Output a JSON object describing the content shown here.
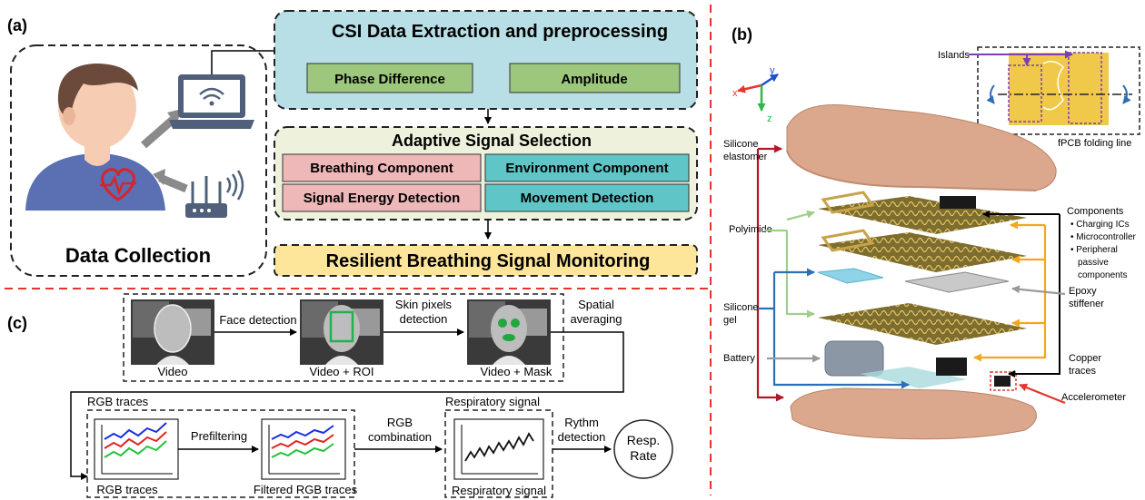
{
  "panel_a": {
    "label": "(a)",
    "data_collection": "Data Collection",
    "csi_title": "CSI Data Extraction and preprocessing",
    "phase_difference": "Phase Difference",
    "amplitude": "Amplitude",
    "adaptive_title": "Adaptive Signal Selection",
    "breathing_component": "Breathing Component",
    "environment_component": "Environment Component",
    "signal_energy_detection": "Signal Energy Detection",
    "movement_detection": "Movement Detection",
    "resilient": "Resilient Breathing Signal Monitoring"
  },
  "panel_b": {
    "label": "(b)",
    "axis_x": "x",
    "axis_y": "y",
    "axis_z": "z",
    "islands": "Islands",
    "fold_line": "fPCB folding line",
    "silicone_elastomer_1": "Silicone",
    "silicone_elastomer_2": "elastomer",
    "polyimide": "Polyimide",
    "silicone_gel_1": "Silicone",
    "silicone_gel_2": "gel",
    "battery": "Battery",
    "components_title": "Components",
    "components_1": "• Charging ICs",
    "components_2": "• Microcontroller",
    "components_3": "• Peripheral",
    "components_4": "passive",
    "components_5": "components",
    "epoxy_1": "Epoxy",
    "epoxy_2": "stiffener",
    "copper_1": "Copper",
    "copper_2": "traces",
    "accelerometer": "Accelerometer"
  },
  "panel_c": {
    "label": "(c)",
    "video": "Video",
    "face_detection": "Face detection",
    "video_roi": "Video + ROI",
    "skin_1": "Skin pixels",
    "skin_2": "detection",
    "video_mask": "Video + Mask",
    "spatial_1": "Spatial",
    "spatial_2": "averaging",
    "rgb_traces_top": "RGB traces",
    "rgb_traces_bottom": "RGB traces",
    "prefiltering": "Prefiltering",
    "filtered_rgb": "Filtered RGB traces",
    "rgb_comb_1": "RGB",
    "rgb_comb_2": "combination",
    "resp_signal_top": "Respiratory signal",
    "resp_signal_bottom": "Respiratory signal",
    "rythm_1": "Rythm",
    "rythm_2": "detection",
    "resp_1": "Resp.",
    "resp_2": "Rate"
  },
  "colors": {
    "csi_fill": "#b8dfe6",
    "green_box": "#9cc77c",
    "adaptive_fill": "#eef2dd",
    "pink_box": "#eeb7b8",
    "teal_box": "#5fc5c6",
    "resilient_fill": "#fde59a",
    "red_divider": "#e8352b",
    "person_blue": "#5b6fb3",
    "skin": "#f6cdb3",
    "hair": "#6b4a3c",
    "laptop": "#50607a",
    "elastomer": "#dba88d",
    "pcb": "#8a7a3a",
    "battery": "#8c97a6",
    "gel": "#8ed3e8"
  },
  "icons": [
    "person-icon",
    "heart-pulse-icon",
    "laptop-wifi-icon",
    "router-icon",
    "axes-icon"
  ]
}
